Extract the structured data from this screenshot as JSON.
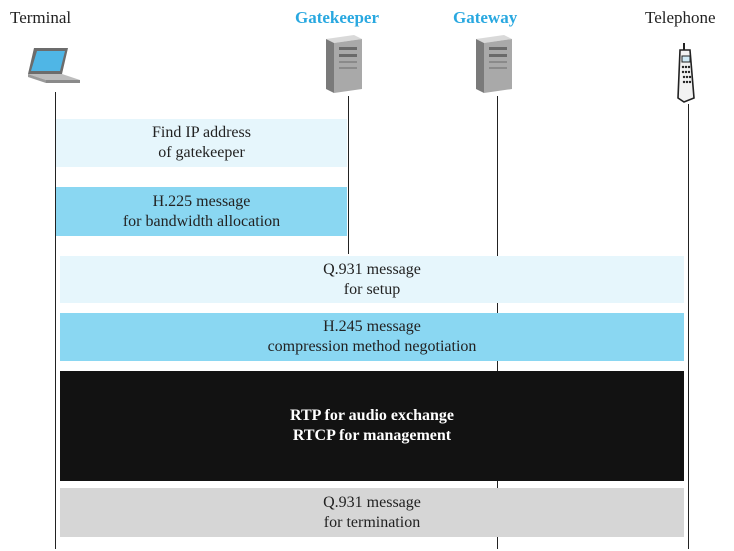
{
  "actors": {
    "terminal": "Terminal",
    "gatekeeper": "Gatekeeper",
    "gateway": "Gateway",
    "telephone": "Telephone"
  },
  "colors": {
    "accent": "#29a8e0",
    "light_box": "#e6f6fc",
    "blue_box": "#8ad7f2",
    "dark_box": "#121212",
    "gray_box": "#d6d6d6"
  },
  "icons": {
    "terminal": "laptop-icon",
    "gatekeeper": "server-tower-icon",
    "gateway": "server-tower-icon",
    "telephone": "cordless-phone-icon"
  },
  "messages": [
    {
      "line1": "Find IP address",
      "line2": "of gatekeeper"
    },
    {
      "line1": "H.225 message",
      "line2": "for bandwidth allocation"
    },
    {
      "line1": "Q.931 message",
      "line2": "for setup"
    },
    {
      "line1": "H.245 message",
      "line2": "compression method negotiation"
    },
    {
      "line1": "RTP for audio exchange",
      "line2": "RTCP for management"
    },
    {
      "line1": "Q.931 message",
      "line2": "for termination"
    }
  ]
}
